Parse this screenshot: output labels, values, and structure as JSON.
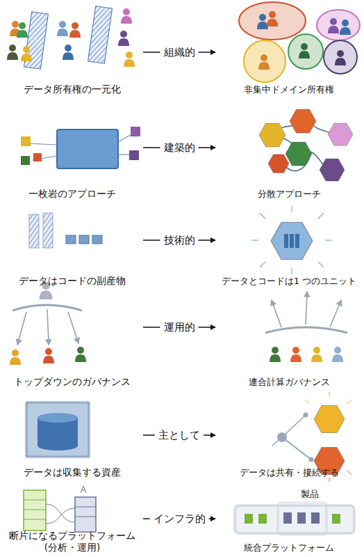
{
  "diagram": {
    "nodes": [
      {
        "text": [
          "データ所有権の一元化"
        ]
      },
      {
        "text": [
          "非集中ドメイン所有権"
        ]
      },
      {
        "text": [
          "一枚岩のアプローチ"
        ]
      },
      {
        "text": [
          "分散アプローチ"
        ]
      },
      {
        "text": [
          "データはコードの副産物"
        ]
      },
      {
        "text": [
          "データとコードは1 つのユニット"
        ]
      },
      {
        "text": [
          "トップダウンのガバナンス"
        ]
      },
      {
        "text": [
          "連合計算ガバナンス"
        ]
      },
      {
        "text": [
          "データは収集する資産"
        ]
      },
      {
        "text": [
          "データは共有・接続する"
        ]
      },
      {
        "text": [
          "断片になるプラットフォーム (分析・運用)"
        ]
      },
      {
        "text": [
          "統合プラットフォーム"
        ]
      }
    ],
    "edges": [
      {
        "from": 0,
        "to": 1,
        "label": "組織的",
        "arrow": "to"
      },
      {
        "from": 2,
        "to": 3,
        "label": "建築的",
        "arrow": "to"
      },
      {
        "from": 4,
        "to": 5,
        "label": "技術的",
        "arrow": "to"
      },
      {
        "from": 6,
        "to": 7,
        "label": "運用的",
        "arrow": "to"
      },
      {
        "from": 8,
        "to": 9,
        "label": "主として",
        "arrow": "to"
      },
      {
        "from": 10,
        "to": 11,
        "label": "インフラ的",
        "arrow": "to"
      }
    ],
    "labels": [
      "製品"
    ]
  }
}
